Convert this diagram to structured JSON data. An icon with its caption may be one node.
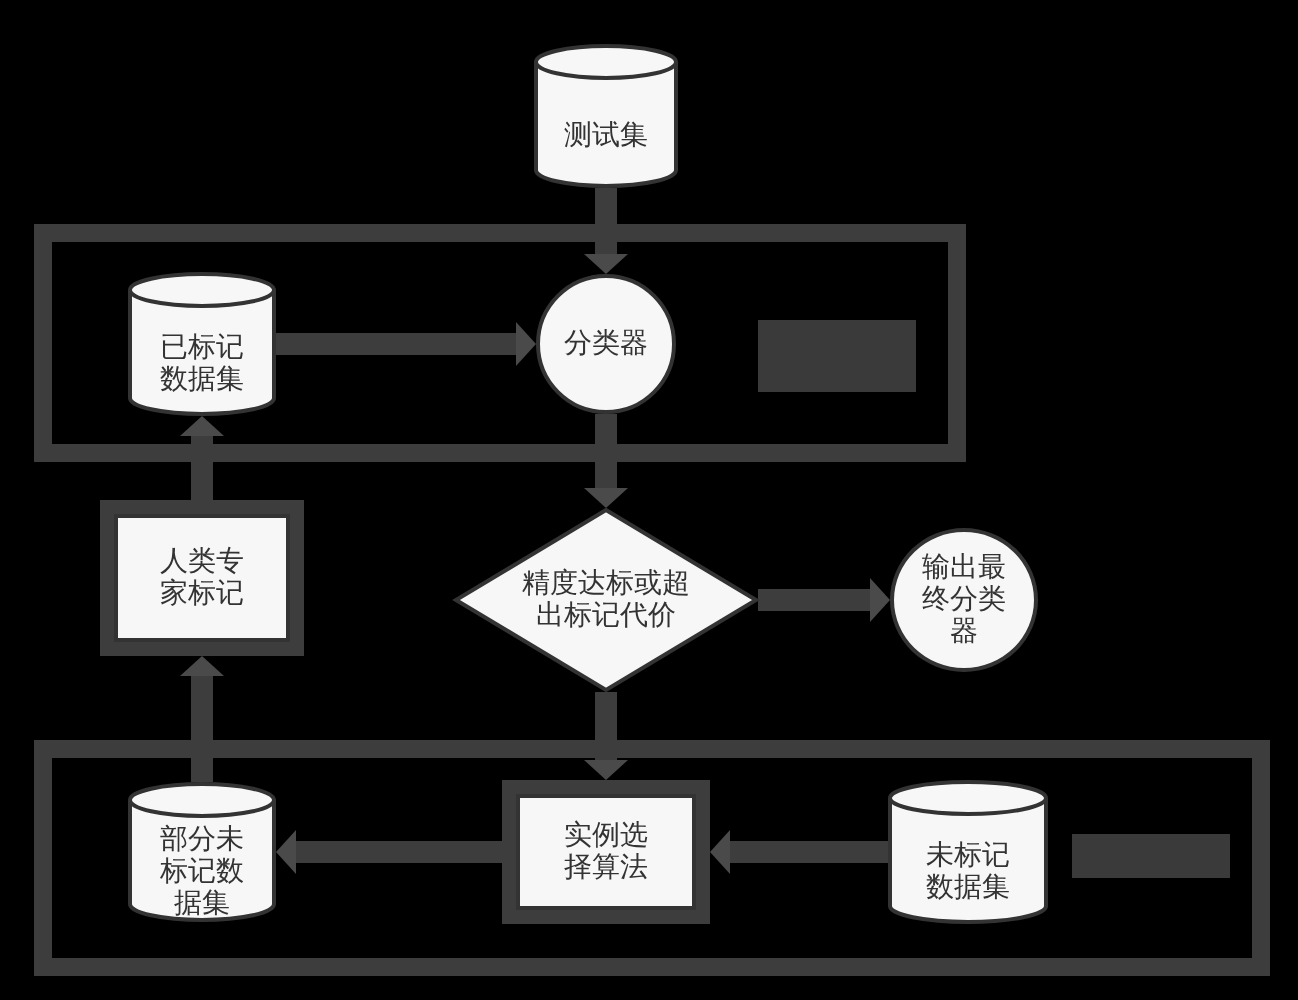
{
  "diagram": {
    "nodes": [
      {
        "text": [
          "测试集"
        ]
      },
      {
        "text": [],
        "shape": "box"
      },
      {
        "text": [
          "已标记数据集"
        ],
        "in": 1
      },
      {
        "text": [
          "分类器"
        ],
        "in": 1
      },
      {
        "text": [],
        "shape": "bar",
        "in": 1
      },
      {
        "text": [
          "人类专家标记"
        ]
      },
      {
        "text": [
          "精度达标或超出标记代价"
        ]
      },
      {
        "text": [
          "输出最终分类器"
        ]
      },
      {
        "text": [],
        "shape": "box"
      },
      {
        "text": [
          "部分未标记数据集"
        ],
        "in": 8
      },
      {
        "text": [
          "实例选择算法"
        ],
        "in": 8
      },
      {
        "text": [
          "未标记数据集"
        ],
        "in": 8
      },
      {
        "text": [],
        "shape": "bar",
        "in": 8
      }
    ],
    "edges": [
      {
        "from": 0,
        "to": 3,
        "arrow": "to"
      },
      {
        "from": 2,
        "to": 3,
        "arrow": "to"
      },
      {
        "from": 3,
        "to": 6,
        "arrow": "to"
      },
      {
        "from": 6,
        "to": 7,
        "arrow": "to"
      },
      {
        "from": 6,
        "to": 10,
        "arrow": "to"
      },
      {
        "from": 11,
        "to": 10,
        "arrow": "to"
      },
      {
        "from": 10,
        "to": 9,
        "arrow": "to"
      },
      {
        "from": 9,
        "to": 5,
        "arrow": "to"
      },
      {
        "from": 5,
        "to": 2,
        "arrow": "to"
      }
    ]
  }
}
